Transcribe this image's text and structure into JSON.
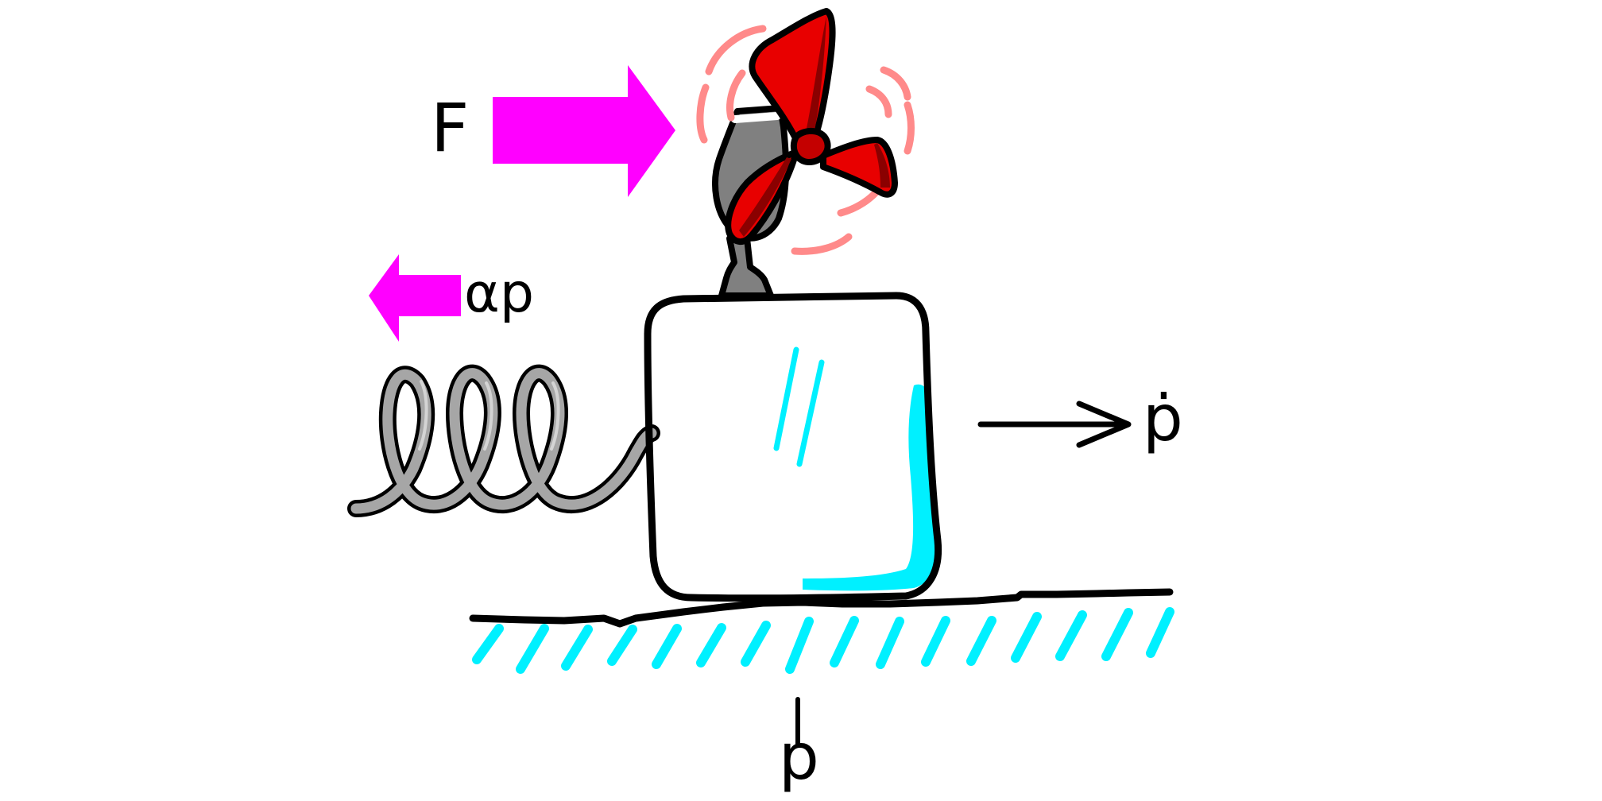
{
  "diagram": {
    "labels": {
      "force": "F",
      "spring_force": "αp",
      "velocity": "ṗ",
      "position": "p"
    },
    "colors": {
      "force_arrow": "#ff00ff",
      "spring_arrow": "#ff00ff",
      "ground_hatch": "#00f0ff",
      "block_shading": "#00f0ff",
      "propeller_blades": "#e80000",
      "propeller_motion": "#ff8a8a",
      "spring_coil": "#a6a6a6",
      "fan_hub": "#808080",
      "outline": "#000000",
      "velocity_arrow": "#000000"
    },
    "icons": [
      "propeller-fan-icon",
      "spring-icon",
      "block-icon",
      "ground-icon"
    ]
  }
}
